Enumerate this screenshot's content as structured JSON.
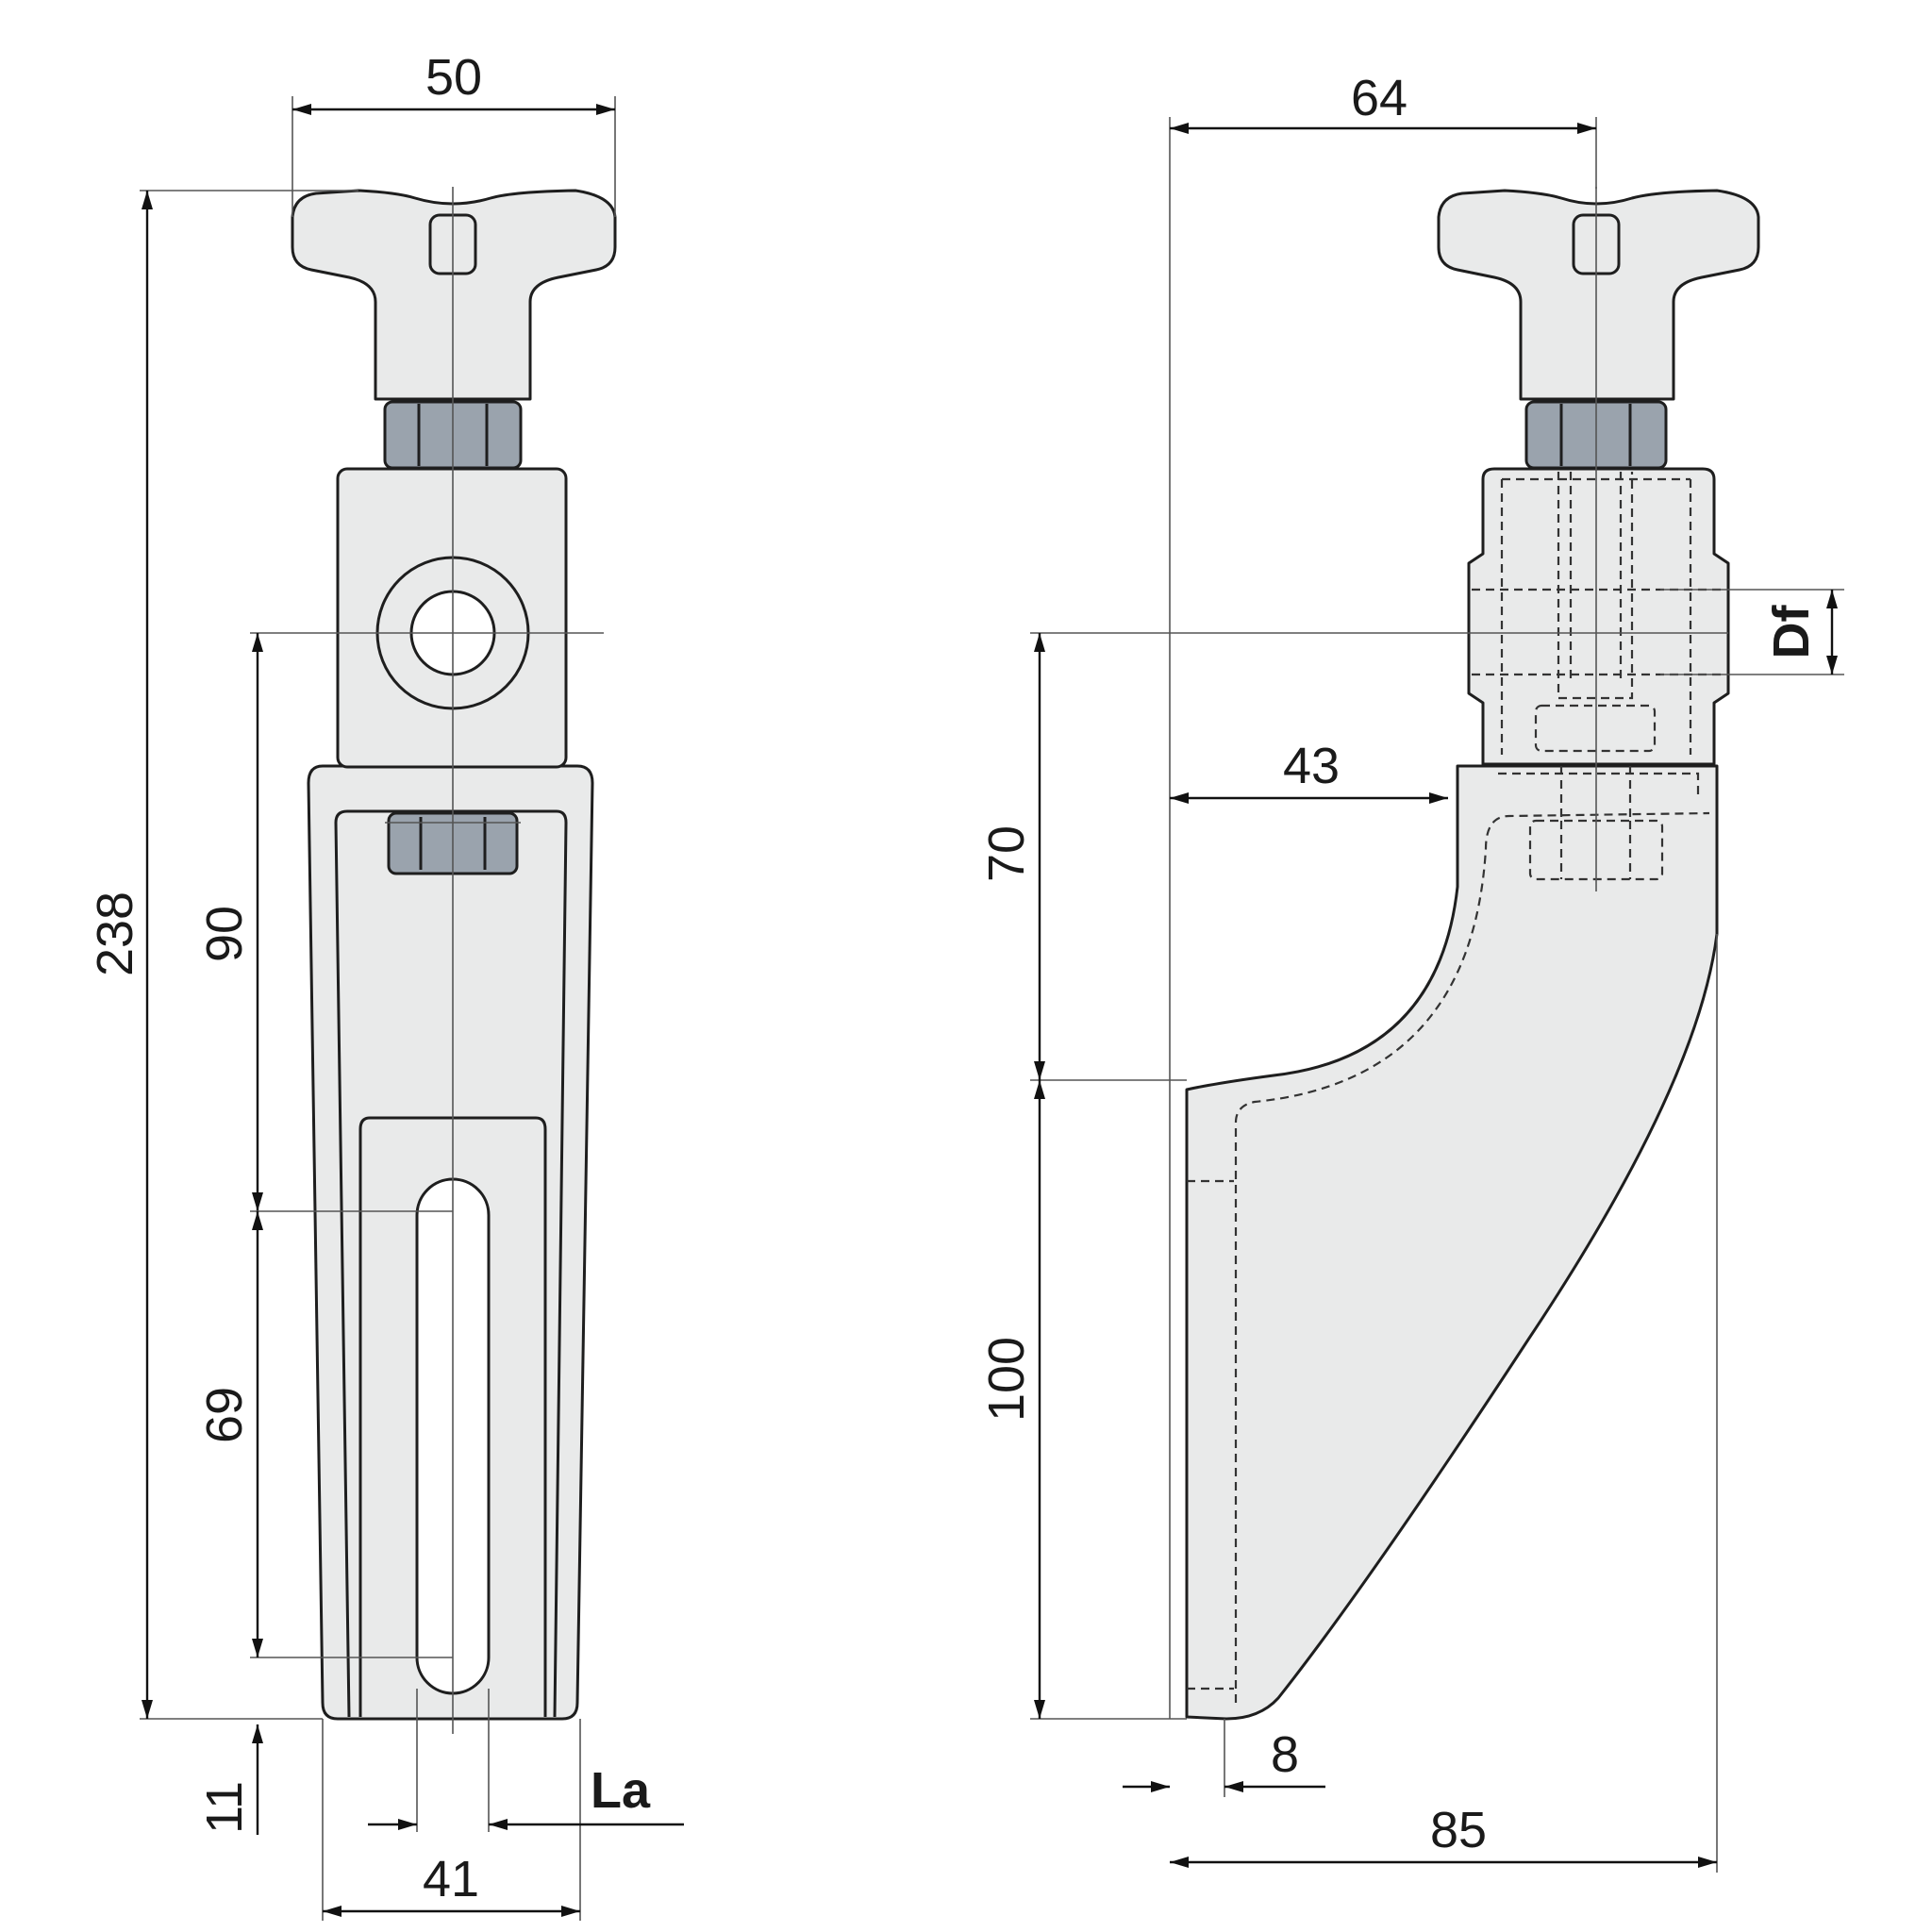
{
  "drawing": {
    "front_view": {
      "dim_top_width": "50",
      "dim_total_height": "238",
      "dim_upper_height": "90",
      "dim_slot_length": "69",
      "dim_bottom_offset": "11",
      "dim_bottom_width": "41",
      "label_slot_width": "La"
    },
    "side_view": {
      "dim_top_width": "64",
      "dim_inner_reach": "43",
      "dim_upper_height": "70",
      "dim_lower_height": "100",
      "dim_toe_thickness": "8",
      "dim_total_width": "85",
      "label_hole_diameter": "Df"
    }
  }
}
